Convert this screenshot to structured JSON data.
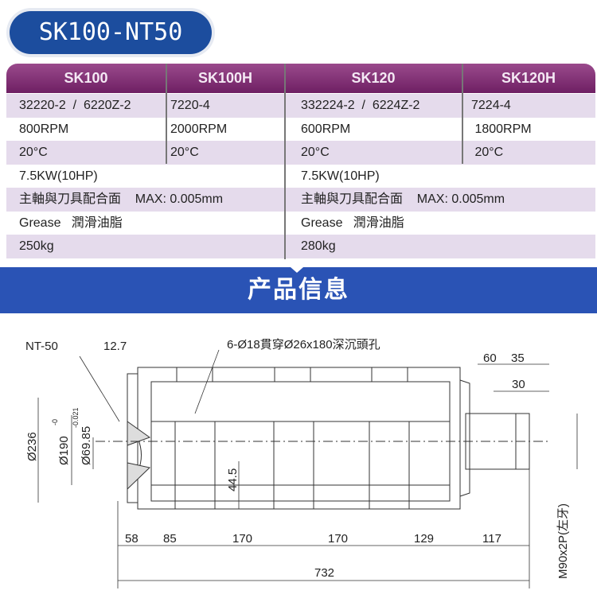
{
  "title": "SK100-NT50",
  "table": {
    "headers": [
      "SK100",
      "SK100H",
      "SK120",
      "SK120H"
    ],
    "rows": [
      [
        "32220-2  /  6220Z-2",
        "7220-4",
        "332224-2  /  6224Z-2",
        "7224-4"
      ],
      [
        "800RPM",
        "2000RPM",
        "600RPM",
        " 1800RPM"
      ],
      [
        "20°C",
        "20°C",
        "20°C",
        " 20°C"
      ]
    ],
    "wide_rows": [
      [
        "7.5KW(10HP)",
        "7.5KW(10HP)"
      ],
      [
        "主軸與刀具配合面    MAX: 0.005mm",
        "主軸與刀具配合面    MAX: 0.005mm"
      ],
      [
        "Grease   潤滑油脂",
        "Grease   潤滑油脂"
      ],
      [
        "250kg",
        "280kg"
      ]
    ]
  },
  "banner": "产品信息",
  "drawing": {
    "nt": "NT-50",
    "d127": "12.7",
    "holes": "6-Ø18貫穿Ø26x180深沉頭孔",
    "d60": "60",
    "d35": "35",
    "d30": "30",
    "d236": "Ø236",
    "d190": "Ø190",
    "d190tol_up": "-0",
    "d190tol_lo": "-0.021",
    "d6985": "Ø69.85",
    "d445": "44.5",
    "thread": "M90x2P(左牙)",
    "dims": [
      "58",
      "85",
      "170",
      "170",
      "129",
      "117"
    ],
    "total": "732"
  }
}
